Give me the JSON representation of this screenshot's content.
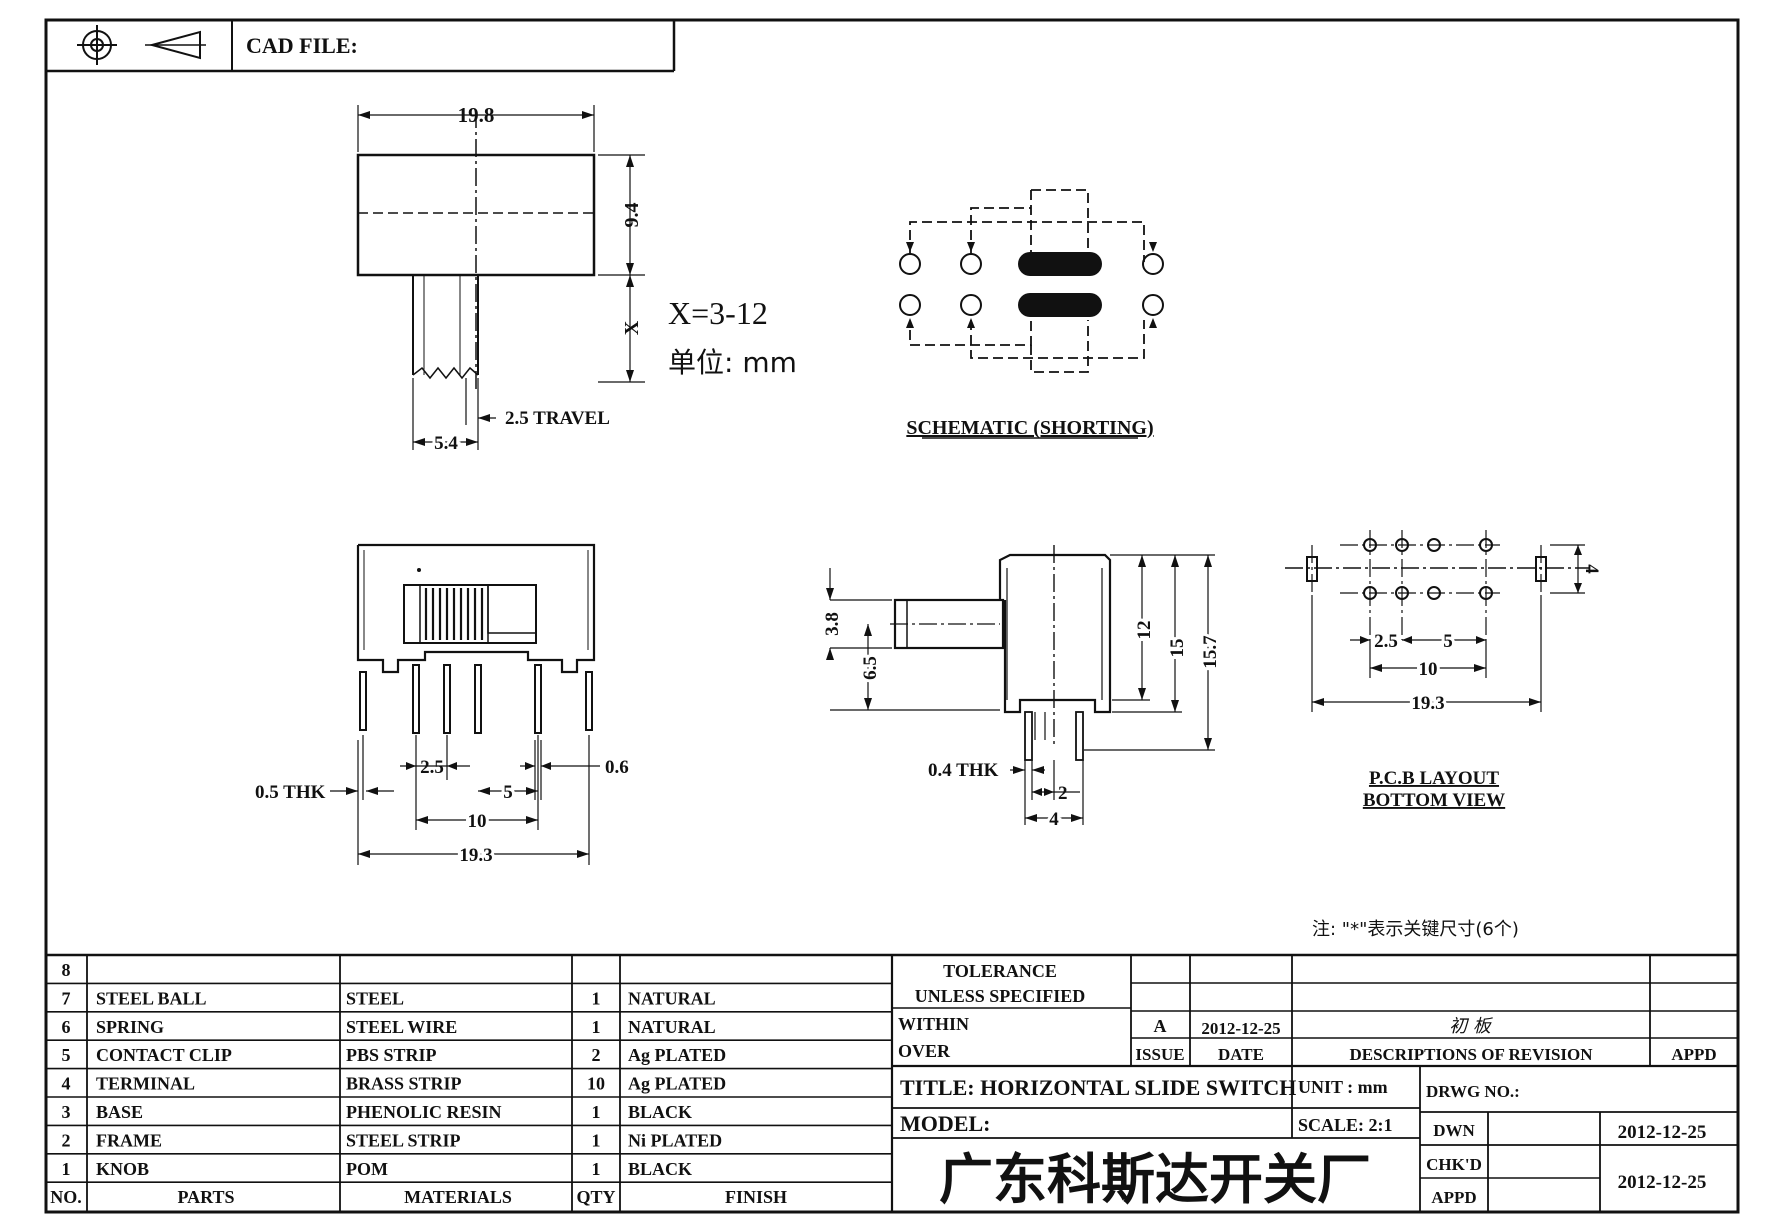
{
  "header": {
    "cad_file_label": "CAD FILE:",
    "projection_icon": "third-angle-projection-icon",
    "crosshair_icon": "crosshair-target-icon"
  },
  "top_view": {
    "width_dim": "19.8",
    "height_dim": "9.4",
    "x_dim": "X",
    "travel_label": "2.5  TRAVEL",
    "actuator_dim": "5.4"
  },
  "note_range": {
    "x_range": "X=3-12",
    "unit_label": "单位:  mm"
  },
  "schematic": {
    "title": "SCHEMATIC  (SHORTING)"
  },
  "front_view": {
    "thk_label": "0.5  THK",
    "pitch_small": "2.5",
    "pitch_large": "5",
    "pin_width": "0.6",
    "pin_span": "10",
    "overall": "19.3"
  },
  "side_view": {
    "dim_a": "3.8",
    "dim_b": "6.5",
    "dim_c": "12",
    "dim_d": "15",
    "dim_e": "15.7",
    "thk_label": "0.4  THK",
    "dim_f": "2",
    "dim_g": "4"
  },
  "pcb_layout": {
    "dim_h": "4",
    "pitch_small": "2.5",
    "pitch_large": "5",
    "pin_span": "10",
    "overall": "19.3",
    "title_line1": "P.C.B  LAYOUT",
    "title_line2": "BOTTOM  VIEW"
  },
  "footnote": "注: \"*\"表示关键尺寸(6个)",
  "bom": {
    "header": {
      "no": "NO.",
      "parts": "PARTS",
      "materials": "MATERIALS",
      "qty": "QTY",
      "finish": "FINISH"
    },
    "rows": [
      {
        "no": "8",
        "parts": "",
        "materials": "",
        "qty": "",
        "finish": ""
      },
      {
        "no": "7",
        "parts": "STEEL  BALL",
        "materials": "STEEL",
        "qty": "1",
        "finish": "NATURAL"
      },
      {
        "no": "6",
        "parts": "SPRING",
        "materials": "STEEL  WIRE",
        "qty": "1",
        "finish": "NATURAL"
      },
      {
        "no": "5",
        "parts": "CONTACT  CLIP",
        "materials": "PBS  STRIP",
        "qty": "2",
        "finish": "Ag  PLATED"
      },
      {
        "no": "4",
        "parts": "TERMINAL",
        "materials": "BRASS  STRIP",
        "qty": "10",
        "finish": "Ag  PLATED"
      },
      {
        "no": "3",
        "parts": "BASE",
        "materials": "PHENOLIC  RESIN",
        "qty": "1",
        "finish": "BLACK"
      },
      {
        "no": "2",
        "parts": "FRAME",
        "materials": "STEEL  STRIP",
        "qty": "1",
        "finish": "Ni  PLATED"
      },
      {
        "no": "1",
        "parts": "KNOB",
        "materials": "POM",
        "qty": "1",
        "finish": "BLACK"
      }
    ]
  },
  "title_block": {
    "tolerance": "TOLERANCE",
    "unless": "UNLESS    SPECIFIED",
    "within": "WITHIN",
    "over": "OVER",
    "issue_value": "A",
    "date_value": "2012-12-25",
    "revision_desc": "初  板",
    "issue_label": "ISSUE",
    "date_label": "DATE",
    "desc_label": "DESCRIPTIONS  OF  REVISION",
    "appd_label": "APPD",
    "title": "TITLE:  HORIZONTAL  SLIDE  SWITCH",
    "unit": "UNIT  :  mm",
    "drwg_no": "DRWG  NO.:",
    "model": "MODEL:",
    "scale": "SCALE:  2:1",
    "dwn_label": "DWN",
    "dwn_date": "2012-12-25",
    "company": "广东科斯达开关厂",
    "chkd_label": "CHK'D",
    "appd2_label": "APPD",
    "chkd_date": "2012-12-25"
  }
}
